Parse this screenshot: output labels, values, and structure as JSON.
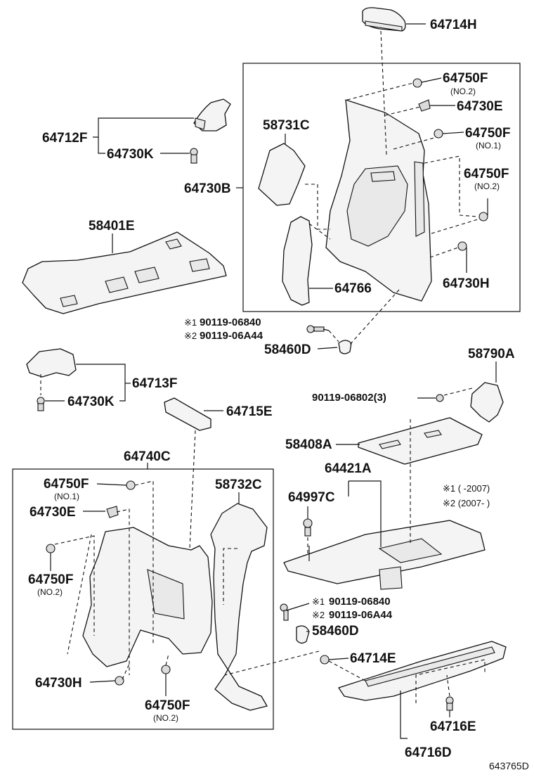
{
  "labels": {
    "l_64714H": "64714H",
    "l_64750F_a": "64750F",
    "l_64750F_a_sub": "(NO.2)",
    "l_64730E_a": "64730E",
    "l_58731C": "58731C",
    "l_64750F_b": "64750F",
    "l_64750F_b_sub": "(NO.1)",
    "l_64712F": "64712F",
    "l_64730K_a": "64730K",
    "l_64750F_c": "64750F",
    "l_64750F_c_sub": "(NO.2)",
    "l_64730B": "64730B",
    "l_58401E": "58401E",
    "l_64730H_a": "64730H",
    "l_64766": "64766",
    "l_90119_06840_a": "90119-06840",
    "l_90119_06A44_a": "90119-06A44",
    "l_58460D_a": "58460D",
    "l_58790A": "58790A",
    "l_64713F": "64713F",
    "l_90119_06802": "90119-06802(3)",
    "l_64730K_b": "64730K",
    "l_64715E": "64715E",
    "l_58408A": "58408A",
    "l_64740C": "64740C",
    "l_64421A": "64421A",
    "l_64750F_d": "64750F",
    "l_64750F_d_sub": "(NO.1)",
    "l_58732C": "58732C",
    "l_64997C": "64997C",
    "l_64730E_b": "64730E",
    "l_64750F_e": "64750F",
    "l_64750F_e_sub": "(NO.2)",
    "l_90119_06840_b": "90119-06840",
    "l_90119_06A44_b": "90119-06A44",
    "l_58460D_b": "58460D",
    "l_64714E": "64714E",
    "l_64730H_b": "64730H",
    "l_64750F_f": "64750F",
    "l_64750F_f_sub": "(NO.2)",
    "l_64716E": "64716E",
    "l_64716D": "64716D"
  },
  "marks": {
    "k1": "※1",
    "k2": "※2"
  },
  "notes": {
    "note1": "※1 (        -2007)",
    "note2": "※2 (2007-        )"
  },
  "diagram_ref": "643765D"
}
